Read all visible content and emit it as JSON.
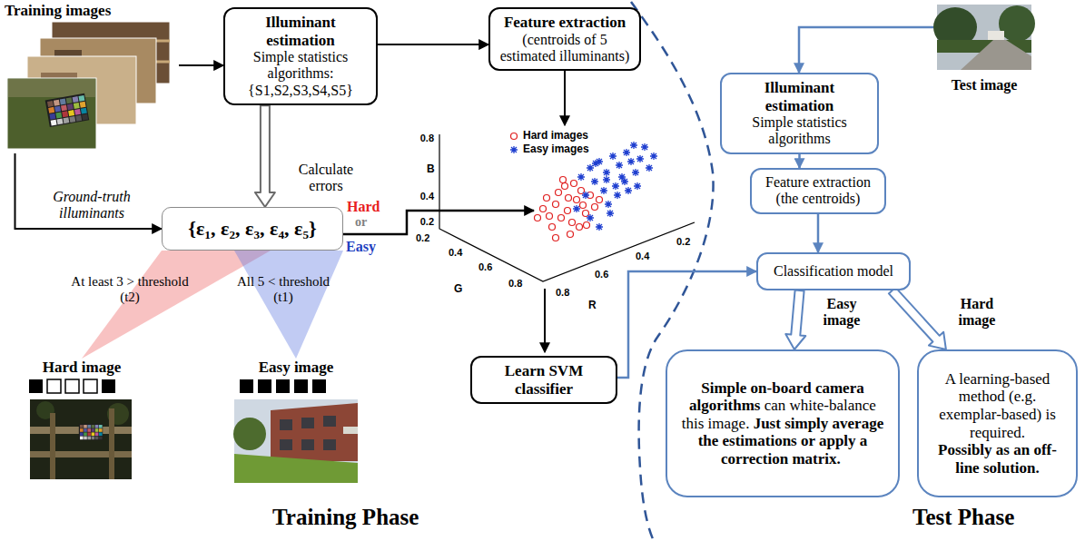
{
  "diagram": {
    "nodes": [
      {
        "text": [
          "Training images"
        ]
      },
      {
        "text": [
          "Illuminant estimation",
          "Simple statistics algorithms: {S1,S2,S3,S4,S5}"
        ]
      },
      {
        "text": [
          "Feature extraction",
          "(centroids of 5 estimated illuminants)"
        ]
      },
      {
        "text": [
          "{ε₁, ε₂, ε₃, ε₄, ε₅}"
        ]
      },
      {
        "text": [
          "Hard image"
        ]
      },
      {
        "text": [
          "Easy image"
        ]
      },
      {
        "text": [
          "Learn SVM classifier"
        ]
      },
      {
        "text": [
          "Test image"
        ]
      },
      {
        "text": [
          "Illuminant estimation",
          "Simple statistics algorithms"
        ]
      },
      {
        "text": [
          "Feature extraction (the centroids)"
        ]
      },
      {
        "text": [
          "Classification model"
        ]
      },
      {
        "text": [
          "Simple on-board camera algorithms",
          "can white-balance this image.",
          "Just simply average the estimations or apply a correction matrix."
        ]
      },
      {
        "text": [
          "A learning-based method (e.g. exemplar-based) is required.",
          "Possibly as an off-line solution."
        ]
      }
    ],
    "edges": [
      {
        "from": 0,
        "to": 1,
        "arrow": "to"
      },
      {
        "from": 1,
        "to": 2,
        "arrow": "to"
      },
      {
        "from": 1,
        "to": 3,
        "label": "Calculate errors",
        "arrow": "to"
      },
      {
        "from": 0,
        "to": 3,
        "label": "Ground-truth illuminants",
        "arrow": "to"
      },
      {
        "from": 3,
        "to": 4,
        "label": "At least 3 > threshold (t2)",
        "arrow": "none"
      },
      {
        "from": 3,
        "to": 5,
        "label": "All 5 < threshold (t1)",
        "arrow": "none"
      },
      {
        "from": 6,
        "to": 10,
        "arrow": "to"
      },
      {
        "from": 7,
        "to": 8,
        "arrow": "to"
      },
      {
        "from": 8,
        "to": 9,
        "arrow": "to"
      },
      {
        "from": 9,
        "to": 10,
        "arrow": "to"
      },
      {
        "from": 10,
        "to": 11,
        "label": "Easy image",
        "arrow": "to"
      },
      {
        "from": 10,
        "to": 12,
        "label": "Hard image",
        "arrow": "to"
      }
    ],
    "labels": [
      "Hard",
      "or",
      "Easy",
      "0.8",
      "0.4",
      "0.2",
      "B",
      "0.2",
      "0.4",
      "0.6",
      "0.8",
      "G",
      "0.8",
      "0.6",
      "0.4",
      "0.2",
      "R",
      "Training Phase",
      "Test Phase"
    ],
    "legend": [
      {
        "text": "Hard images"
      },
      {
        "text": "Easy images"
      }
    ]
  }
}
